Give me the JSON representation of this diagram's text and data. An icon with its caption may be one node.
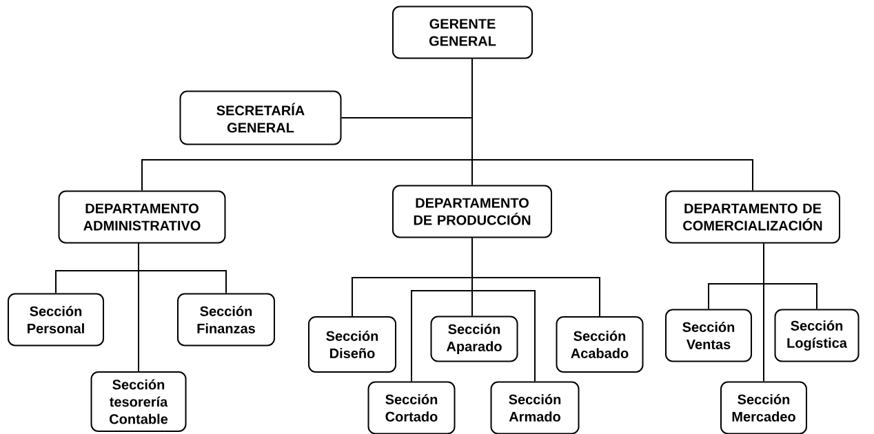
{
  "diagram": {
    "nodes": [
      {
        "text": [
          "GERENTE GENERAL"
        ]
      },
      {
        "text": [
          "SECRETARÍA GENERAL"
        ]
      },
      {
        "text": [
          "DEPARTAMENTO ADMINISTRATIVO"
        ]
      },
      {
        "text": [
          "DEPARTAMENTO DE PRODUCCIÓN"
        ]
      },
      {
        "text": [
          "DEPARTAMENTO DE COMERCIALIZACIÓN"
        ]
      },
      {
        "text": [
          "Sección Personal"
        ]
      },
      {
        "text": [
          "Sección Finanzas"
        ]
      },
      {
        "text": [
          "Sección tesorería Contable"
        ]
      },
      {
        "text": [
          "Sección Diseño"
        ]
      },
      {
        "text": [
          "Sección Aparado"
        ]
      },
      {
        "text": [
          "Sección Acabado"
        ]
      },
      {
        "text": [
          "Sección Cortado"
        ]
      },
      {
        "text": [
          "Sección Armado"
        ]
      },
      {
        "text": [
          "Sección Ventas"
        ]
      },
      {
        "text": [
          "Sección Logística"
        ]
      },
      {
        "text": [
          "Sección Mercadeo"
        ]
      }
    ],
    "edges": [
      {
        "from": 0,
        "to": 1,
        "arrow": "none"
      },
      {
        "from": 0,
        "to": 2,
        "arrow": "none"
      },
      {
        "from": 0,
        "to": 3,
        "arrow": "none"
      },
      {
        "from": 0,
        "to": 4,
        "arrow": "none"
      },
      {
        "from": 2,
        "to": 5,
        "arrow": "none"
      },
      {
        "from": 2,
        "to": 7,
        "arrow": "none"
      },
      {
        "from": 2,
        "to": 6,
        "arrow": "none"
      },
      {
        "from": 3,
        "to": 8,
        "arrow": "none"
      },
      {
        "from": 3,
        "to": 11,
        "arrow": "none"
      },
      {
        "from": 3,
        "to": 9,
        "arrow": "none"
      },
      {
        "from": 3,
        "to": 12,
        "arrow": "none"
      },
      {
        "from": 3,
        "to": 10,
        "arrow": "none"
      },
      {
        "from": 4,
        "to": 13,
        "arrow": "none"
      },
      {
        "from": 4,
        "to": 15,
        "arrow": "none"
      },
      {
        "from": 4,
        "to": 14,
        "arrow": "none"
      }
    ]
  }
}
